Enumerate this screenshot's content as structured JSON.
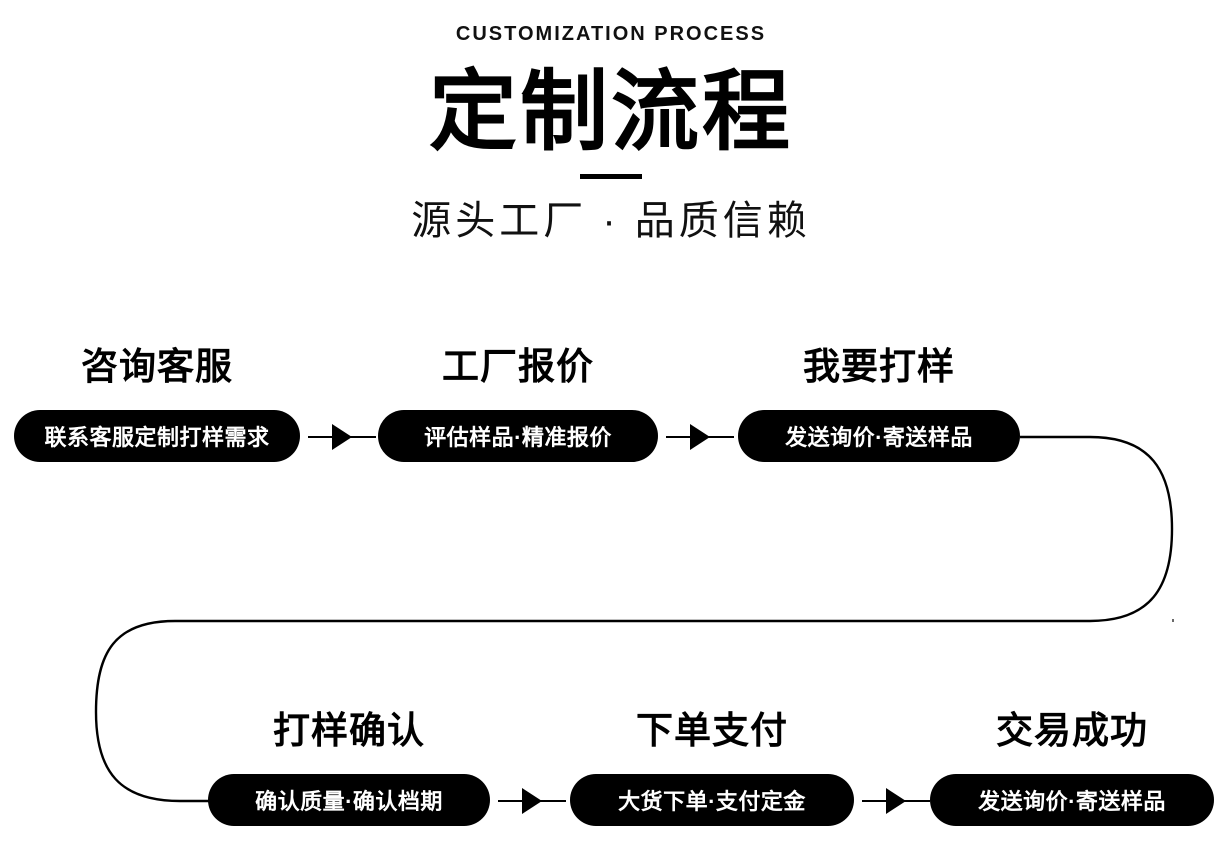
{
  "header": {
    "eyebrow": "CUSTOMIZATION PROCESS",
    "title": "定制流程",
    "subtitle": "源头工厂 · 品质信赖",
    "divider": "horizontal-rule"
  },
  "colors": {
    "background": "#ffffff",
    "foreground": "#000000",
    "pill_background": "#000000",
    "pill_text": "#ffffff",
    "connector_stroke": "#000000"
  },
  "flow": {
    "row1": [
      {
        "title": "咨询客服",
        "pill": "联系客服定制打样需求"
      },
      {
        "title": "工厂报价",
        "pill": "评估样品·精准报价"
      },
      {
        "title": "我要打样",
        "pill": "发送询价·寄送样品"
      }
    ],
    "row2": [
      {
        "title": "打样确认",
        "pill": "确认质量·确认档期"
      },
      {
        "title": "下单支付",
        "pill": "大货下单·支付定金"
      },
      {
        "title": "交易成功",
        "pill": "发送询价·寄送样品"
      }
    ]
  }
}
